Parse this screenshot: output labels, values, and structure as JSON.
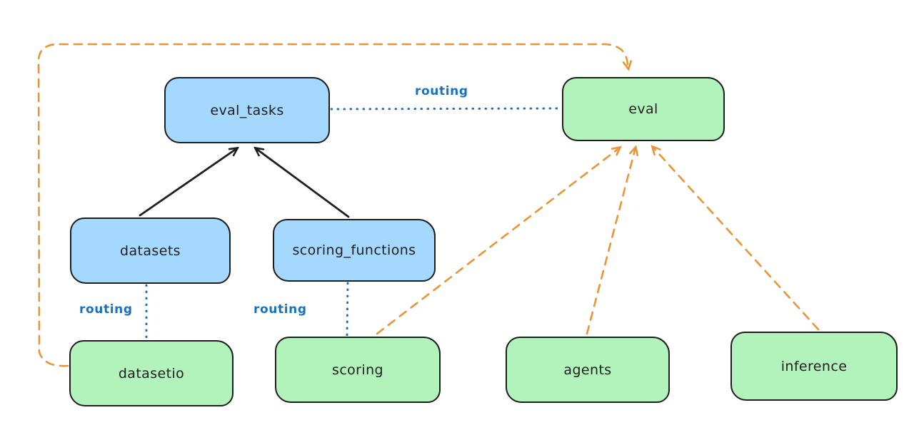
{
  "diagram": {
    "nodes": [
      {
        "id": "eval_tasks",
        "label": "eval_tasks",
        "kind": "resource"
      },
      {
        "id": "eval",
        "label": "eval",
        "kind": "api"
      },
      {
        "id": "datasets",
        "label": "datasets",
        "kind": "resource"
      },
      {
        "id": "scoring_functions",
        "label": "scoring_functions",
        "kind": "resource"
      },
      {
        "id": "datasetio",
        "label": "datasetio",
        "kind": "api"
      },
      {
        "id": "scoring",
        "label": "scoring",
        "kind": "api"
      },
      {
        "id": "agents",
        "label": "agents",
        "kind": "api"
      },
      {
        "id": "inference",
        "label": "inference",
        "kind": "api"
      }
    ],
    "edge_labels": [
      {
        "id": "routing-eval-tasks-eval",
        "text": "routing"
      },
      {
        "id": "routing-datasets-datasetio",
        "text": "routing"
      },
      {
        "id": "routing-scoringfn-scoring",
        "text": "routing"
      }
    ],
    "colors": {
      "resource_fill": "#a5d8ff",
      "api_fill": "#b2f2bb",
      "stroke": "#1e1e1e",
      "routing_blue": "#1971c2",
      "dependency_orange": "#ea9438",
      "background": "#ffffff"
    }
  }
}
